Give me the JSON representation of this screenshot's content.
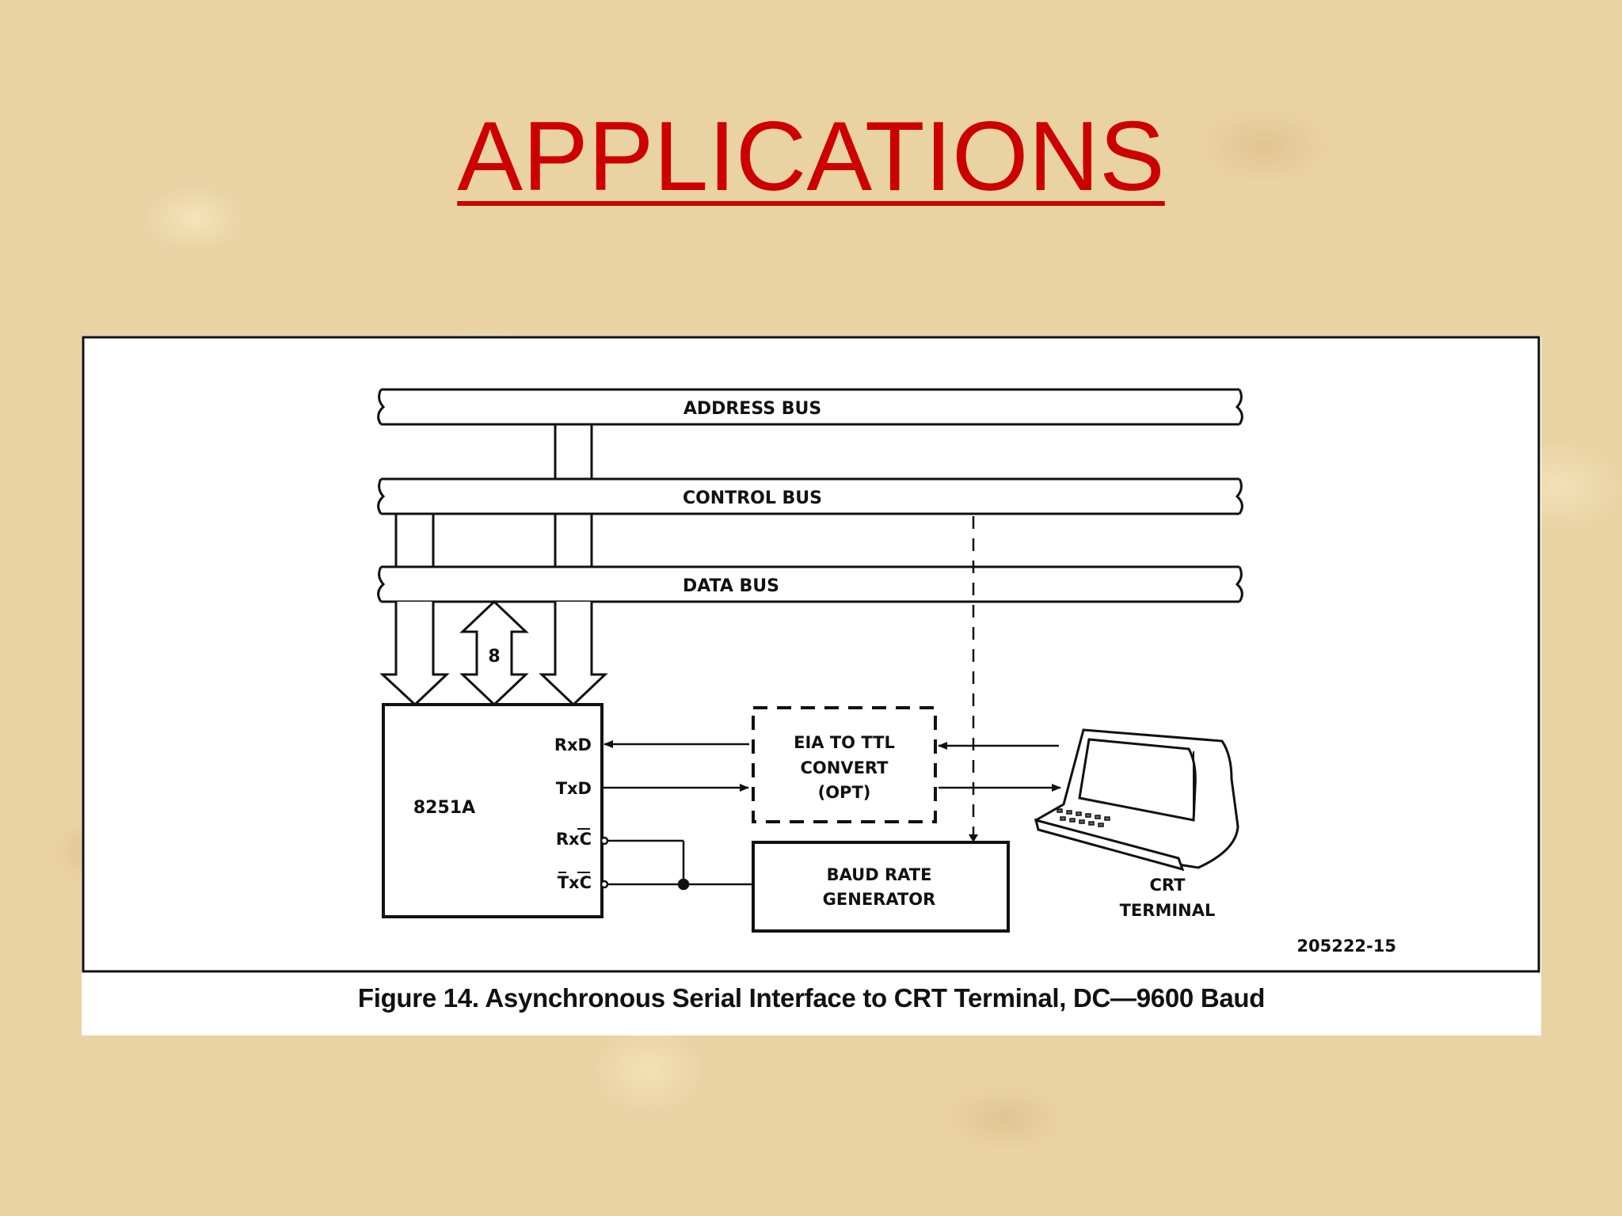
{
  "slide": {
    "title": "APPLICATIONS"
  },
  "diagram": {
    "buses": {
      "address": "ADDRESS BUS",
      "control": "CONTROL BUS",
      "data": "DATA BUS"
    },
    "data_width": "8",
    "chip": {
      "name": "8251A",
      "pins": {
        "rxd": "RxD",
        "txd": "TxD",
        "rxc": "RxC",
        "txc": "TxC"
      }
    },
    "converter": {
      "line1": "EIA TO TTL",
      "line2": "CONVERT",
      "line3": "(OPT)"
    },
    "baud": {
      "line1": "BAUD RATE",
      "line2": "GENERATOR"
    },
    "terminal": {
      "line1": "CRT",
      "line2": "TERMINAL"
    },
    "figure_id": "205222-15",
    "caption": "Figure 14. Asynchronous Serial Interface to CRT Terminal, DC—9600 Baud"
  }
}
